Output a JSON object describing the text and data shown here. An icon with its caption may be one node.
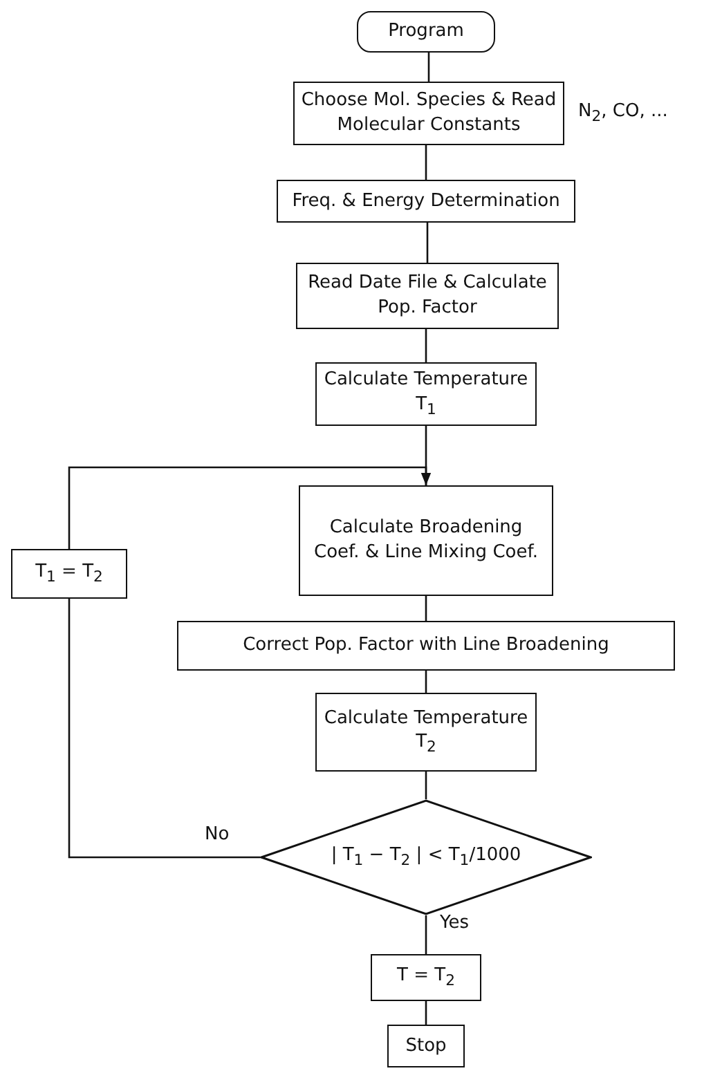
{
  "diagram": {
    "nodes": [
      {
        "text": [
          "Program"
        ]
      },
      {
        "text": [
          "Choose Mol. Species & Read Molecular Constants"
        ],
        "beside": [
          "N$_{2}$, CO, ..."
        ]
      },
      {
        "text": [
          "Freq. & Energy Determination"
        ]
      },
      {
        "text": [
          "Read Date File & Calculate Pop. Factor"
        ]
      },
      {
        "text": [
          "Calculate Temperature T$_{1}$"
        ]
      },
      {
        "text": [
          "Calculate Broadening Coef. & Line Mixing Coef."
        ]
      },
      {
        "text": [
          "Correct Pop. Factor with Line Broadening"
        ]
      },
      {
        "text": [
          "Calculate Temperature T$_{2}$"
        ]
      },
      {
        "text": [
          "| T$_{1}$ − T$_{2}$ | < T$_{1}$/1000"
        ]
      },
      {
        "text": [
          "T = T$_{2}$"
        ]
      },
      {
        "text": [
          "Stop"
        ]
      },
      {
        "text": [
          "T$_{1}$ = T$_{2}$"
        ]
      }
    ],
    "edges": [
      {
        "from": 0,
        "to": 1,
        "arrow": "none"
      },
      {
        "from": 1,
        "to": 2,
        "arrow": "none"
      },
      {
        "from": 2,
        "to": 3,
        "arrow": "none"
      },
      {
        "from": 3,
        "to": 4,
        "arrow": "none"
      },
      {
        "from": 4,
        "to": 5,
        "arrow": "none"
      },
      {
        "from": 5,
        "to": 6,
        "arrow": "none"
      },
      {
        "from": 6,
        "to": 7,
        "arrow": "none"
      },
      {
        "from": 7,
        "to": 8,
        "arrow": "none"
      },
      {
        "from": 8,
        "to": 9,
        "label": "Yes",
        "arrow": "none"
      },
      {
        "from": 9,
        "to": 10,
        "arrow": "none"
      },
      {
        "from": 8,
        "to": 11,
        "label": "No",
        "arrow": "none"
      },
      {
        "from": 11,
        "to": 5,
        "arrow": "to"
      }
    ]
  }
}
